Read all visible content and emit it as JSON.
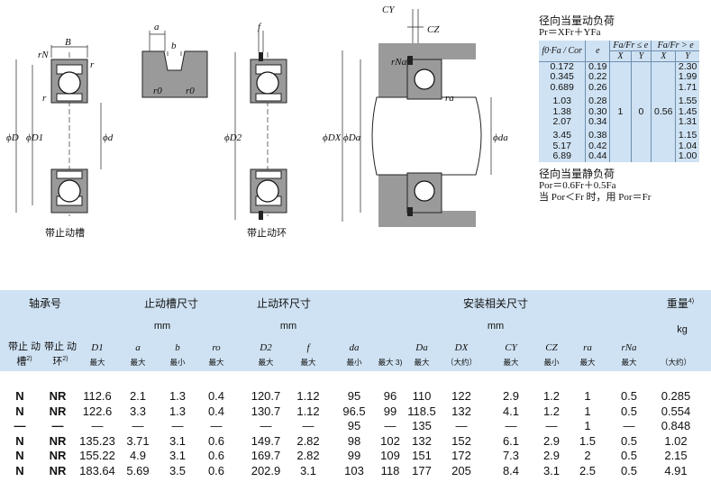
{
  "figures": {
    "fig1_caption": "带止动槽",
    "fig2_caption": "带止动环",
    "labels": {
      "B": "B",
      "rN": "rN",
      "r": "r",
      "phiD": "ϕD",
      "phiD1": "ϕD1",
      "phid": "ϕd",
      "a": "a",
      "b": "b",
      "r0": "r0",
      "f": "f",
      "phiD2": "ϕD2",
      "CY": "CY",
      "CZ": "CZ",
      "rNa": "rNa",
      "ra": "ra",
      "phiDX": "ϕDX",
      "phiDa": "ϕDa",
      "phida": "ϕda"
    }
  },
  "dynamic_load": {
    "title": "径向当量动负荷",
    "formula": "Pr＝XFr＋YFa",
    "header_ratio": "f0·Fa / Cor",
    "header_e": "e",
    "header_le": "Fa/Fr ≤ e",
    "header_gt": "Fa/Fr > e",
    "X": "X",
    "Y": "Y",
    "groups": [
      {
        "ratio": [
          "0.172",
          "0.345",
          "0.689"
        ],
        "e": [
          "0.19",
          "0.22",
          "0.26"
        ],
        "y_gt": [
          "2.30",
          "1.99",
          "1.71"
        ]
      },
      {
        "ratio": [
          "1.03",
          "1.38",
          "2.07"
        ],
        "e": [
          "0.28",
          "0.30",
          "0.34"
        ],
        "y_gt": [
          "1.55",
          "1.45",
          "1.31"
        ]
      },
      {
        "ratio": [
          "3.45",
          "5.17",
          "6.89"
        ],
        "e": [
          "0.38",
          "0.42",
          "0.44"
        ],
        "y_gt": [
          "1.15",
          "1.04",
          "1.00"
        ]
      }
    ],
    "x_le": "1",
    "y_le": "0",
    "x_gt": "0.56"
  },
  "static_load": {
    "title": "径向当量静负荷",
    "formula": "Por＝0.6Fr＋0.5Fa",
    "note": "当 Por＜Fr 时，用 Por＝Fr"
  },
  "table": {
    "headers": {
      "bearing_no": "轴承号",
      "groove_dims": "止动槽尺寸",
      "ring_dims": "止动环尺寸",
      "mount_dims": "安装相关尺寸",
      "weight": "重量",
      "weight_sup": "4)",
      "mm1": "mm",
      "mm2": "mm",
      "mm3": "mm",
      "kg": "kg",
      "with_groove": "带止 动槽",
      "with_ring": "带止 动环",
      "sup2": "2)"
    },
    "symbols": [
      "D1",
      "a",
      "b",
      "ro",
      "D2",
      "f",
      "da",
      "",
      "Da",
      "DX",
      "CY",
      "CZ",
      "ra",
      "rNa",
      ""
    ],
    "subs": [
      "最大",
      "最大",
      "最小",
      "最大",
      "最大",
      "最大",
      "最小",
      "最大 3)",
      "最大",
      "（大约）",
      "最大",
      "最小",
      "最大",
      "最大",
      "（大约）"
    ],
    "rows": [
      {
        "g": "N",
        "r": "NR",
        "v": [
          "112.6",
          "2.1",
          "1.3",
          "0.4",
          "120.7",
          "1.12",
          "95",
          "96",
          "110",
          "122",
          "2.9",
          "1.2",
          "1",
          "0.5",
          "0.285"
        ]
      },
      {
        "g": "N",
        "r": "NR",
        "v": [
          "122.6",
          "3.3",
          "1.3",
          "0.4",
          "130.7",
          "1.12",
          "96.5",
          "99",
          "118.5",
          "132",
          "4.1",
          "1.2",
          "1",
          "0.5",
          "0.554"
        ]
      },
      {
        "g": "—",
        "r": "—",
        "v": [
          "—",
          "—",
          "—",
          "—",
          "—",
          "—",
          "95",
          "—",
          "135",
          "—",
          "—",
          "—",
          "1",
          "—",
          "0.848"
        ]
      },
      {
        "g": "N",
        "r": "NR",
        "v": [
          "135.23",
          "3.71",
          "3.1",
          "0.6",
          "149.7",
          "2.82",
          "98",
          "102",
          "132",
          "152",
          "6.1",
          "2.9",
          "1.5",
          "0.5",
          "1.02"
        ]
      },
      {
        "g": "N",
        "r": "NR",
        "v": [
          "155.22",
          "4.9",
          "3.1",
          "0.6",
          "169.7",
          "2.82",
          "99",
          "109",
          "151",
          "172",
          "7.3",
          "2.9",
          "2",
          "0.5",
          "2.15"
        ]
      },
      {
        "g": "N",
        "r": "NR",
        "v": [
          "183.64",
          "5.69",
          "3.5",
          "0.6",
          "202.9",
          "3.1",
          "103",
          "118",
          "177",
          "205",
          "8.4",
          "3.1",
          "2.5",
          "0.5",
          "4.91"
        ]
      }
    ]
  }
}
